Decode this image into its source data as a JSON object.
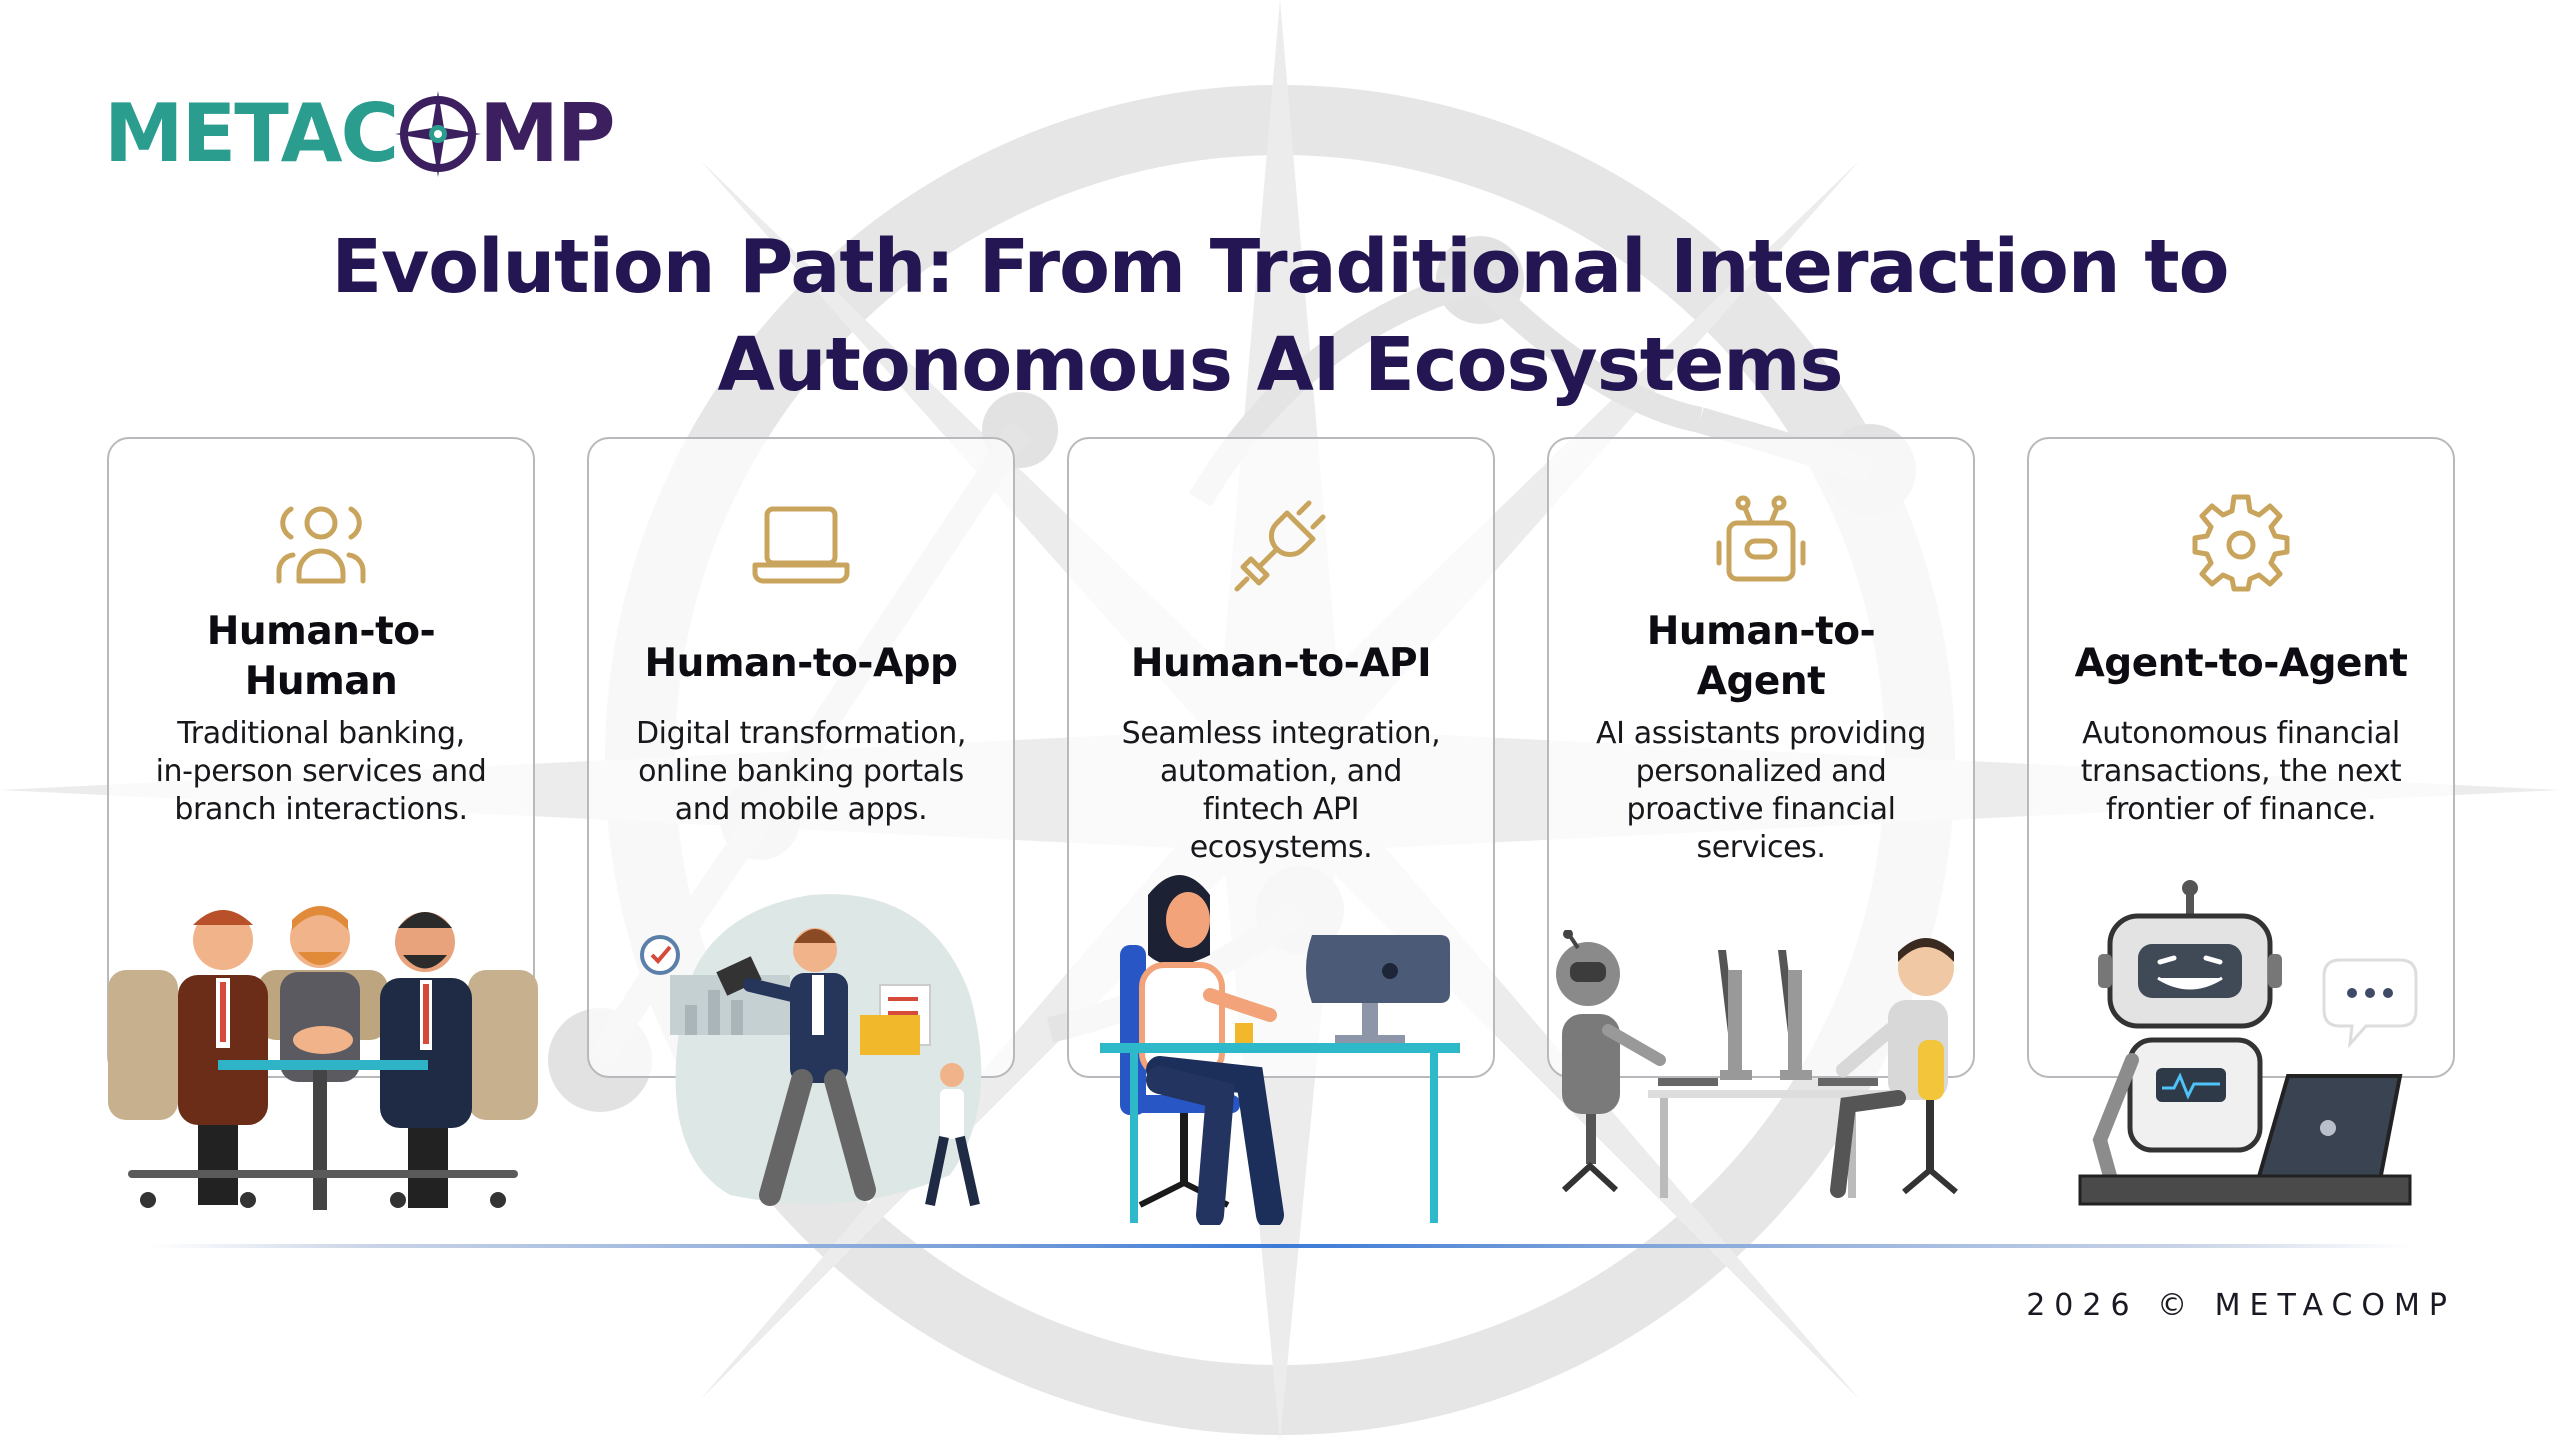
{
  "brand": {
    "logo_left": "METAC",
    "logo_right": "MP",
    "logo_icon": "compass-icon",
    "colors": {
      "teal": "#2a9d8f",
      "purple": "#3b1f5e",
      "title": "#241652",
      "icon_gold": "#c9a45c"
    }
  },
  "title": {
    "line1": "Evolution Path: From Traditional Interaction to",
    "line2": "Autonomous AI Ecosystems"
  },
  "stages": [
    {
      "icon": "people-icon",
      "title_lines": [
        "Human-to-",
        "Human"
      ],
      "description_lines": [
        "Traditional banking,",
        "in-person services and",
        "branch interactions."
      ],
      "illustration": "business-meeting-illustration"
    },
    {
      "icon": "laptop-icon",
      "title_lines": [
        "Human-to-App"
      ],
      "description_lines": [
        "Digital transformation,",
        "online banking portals",
        "and mobile apps."
      ],
      "illustration": "digital-worker-illustration"
    },
    {
      "icon": "plug-icon",
      "title_lines": [
        "Human-to-API"
      ],
      "description_lines": [
        "Seamless integration,",
        "automation, and",
        "fintech API",
        "ecosystems."
      ],
      "illustration": "desk-worker-illustration"
    },
    {
      "icon": "robot-icon",
      "title_lines": [
        "Human-to-",
        "Agent"
      ],
      "description_lines": [
        "AI assistants providing",
        "personalized and",
        "proactive financial",
        "services."
      ],
      "illustration": "robot-and-human-illustration"
    },
    {
      "icon": "gear-icon",
      "title_lines": [
        "Agent-to-Agent"
      ],
      "description_lines": [
        "Autonomous financial",
        "transactions, the next",
        "frontier of finance."
      ],
      "illustration": "robot-laptop-illustration"
    }
  ],
  "footer": "2026 © METACOMP"
}
